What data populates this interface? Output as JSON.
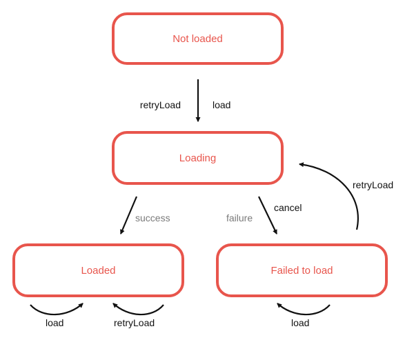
{
  "states": {
    "not_loaded": "Not loaded",
    "loading": "Loading",
    "loaded": "Loaded",
    "failed": "Failed to load"
  },
  "edges": {
    "retry_load_top": "retryLoad",
    "load_top": "load",
    "success": "success",
    "failure": "failure",
    "cancel": "cancel",
    "retry_load_right": "retryLoad",
    "load_loaded": "load",
    "retry_load_loaded": "retryLoad",
    "load_failed": "load"
  },
  "colors": {
    "state_border": "#e8554c",
    "state_text": "#e8554c",
    "edge": "#111111",
    "edge_label_muted": "#7a7a7a"
  }
}
